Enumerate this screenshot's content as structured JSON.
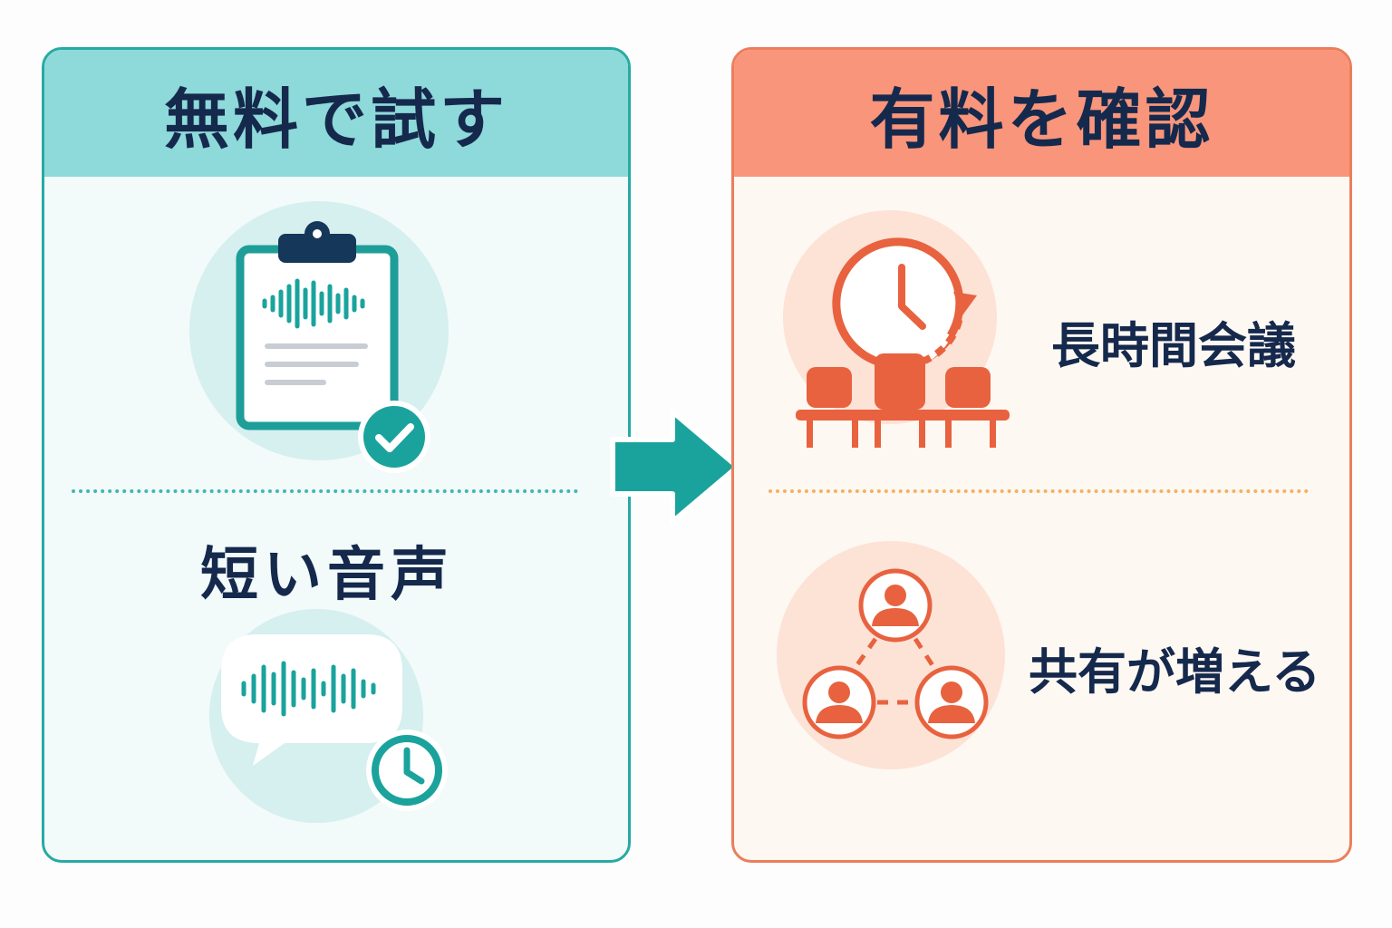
{
  "free": {
    "title": "無料で試す",
    "item_label": "短い音声",
    "icons": [
      "clipboard-waveform-check-icon",
      "speech-bubble-waveform-clock-icon"
    ]
  },
  "paid": {
    "title": "有料を確認",
    "items": [
      {
        "label": "長時間会議",
        "icon": "clock-meeting-chairs-icon"
      },
      {
        "label": "共有が増える",
        "icon": "people-network-share-icon"
      }
    ]
  },
  "flow": {
    "icon": "right-arrow-icon"
  },
  "colors": {
    "teal": "#1aa39c",
    "teal_light": "#8ed9d9",
    "coral": "#e8623f",
    "coral_light": "#f9957a",
    "navy": "#15294d"
  }
}
